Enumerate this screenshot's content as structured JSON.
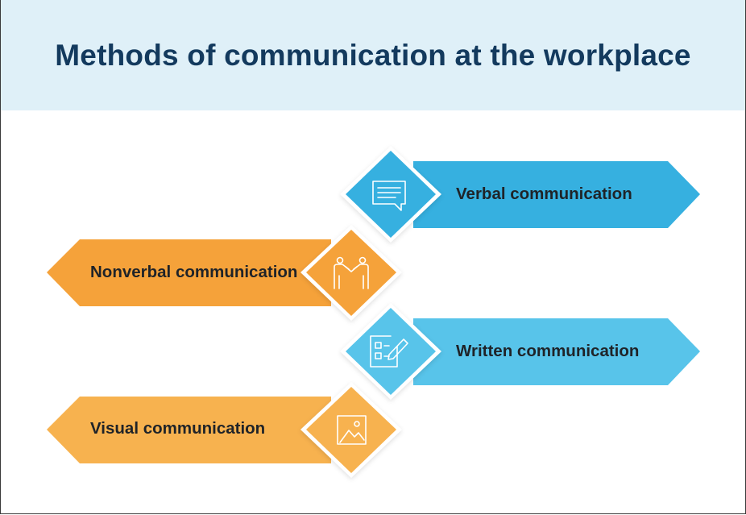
{
  "title": "Methods of communication at the workplace",
  "colors": {
    "header_bg": "#dff0f8",
    "title": "#133a5e",
    "blue_dark": "#36b0e0",
    "blue_light": "#58c4ea",
    "orange_dark": "#f5a23a",
    "orange_light": "#f7b24f"
  },
  "methods": [
    {
      "label": "Verbal communication",
      "icon": "speech-bubble-icon"
    },
    {
      "label": "Nonverbal communication",
      "icon": "handshake-people-icon"
    },
    {
      "label": "Written communication",
      "icon": "checklist-pencil-icon"
    },
    {
      "label": "Visual communication",
      "icon": "image-icon"
    }
  ]
}
